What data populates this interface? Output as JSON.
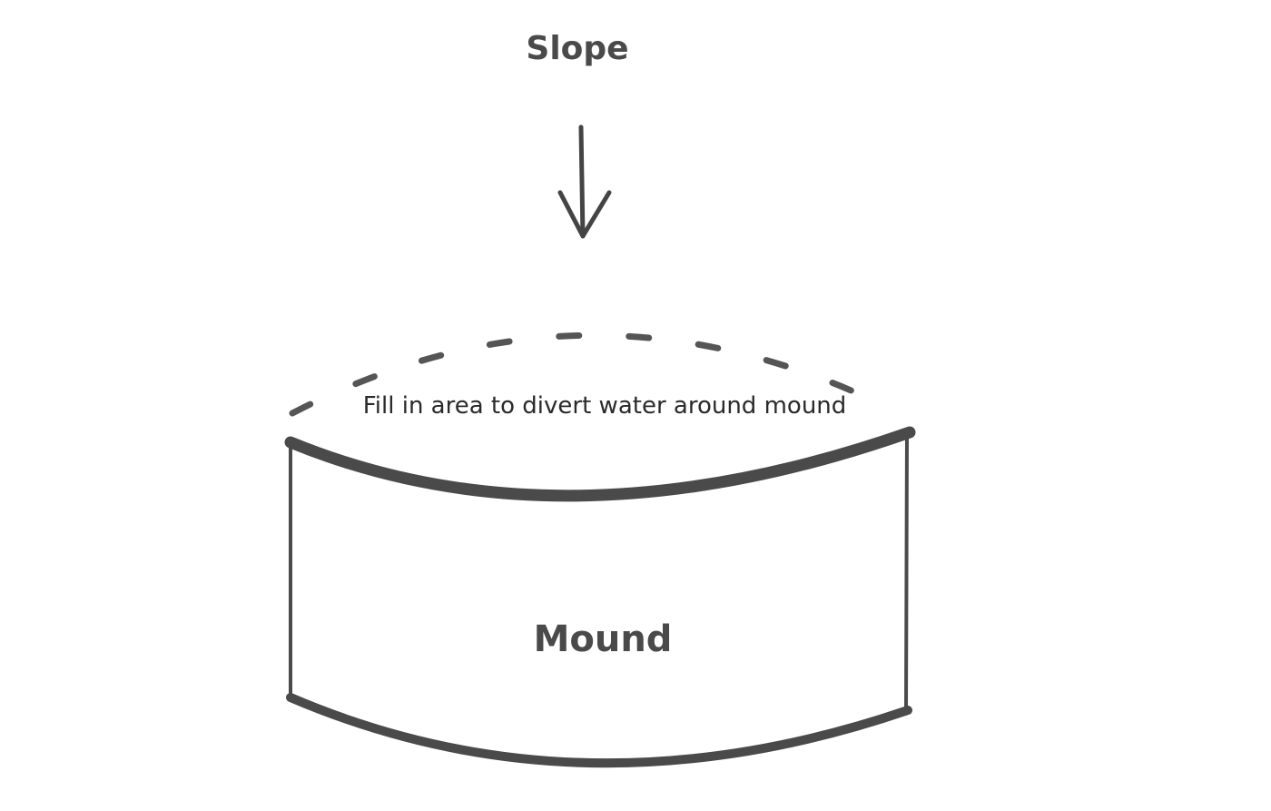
{
  "diagram": {
    "slope_label": "Slope",
    "fill_label": "Fill in area to divert water around mound",
    "mound_label": "Mound",
    "colors": {
      "ink": "#444444",
      "background": "#ffffff"
    }
  }
}
